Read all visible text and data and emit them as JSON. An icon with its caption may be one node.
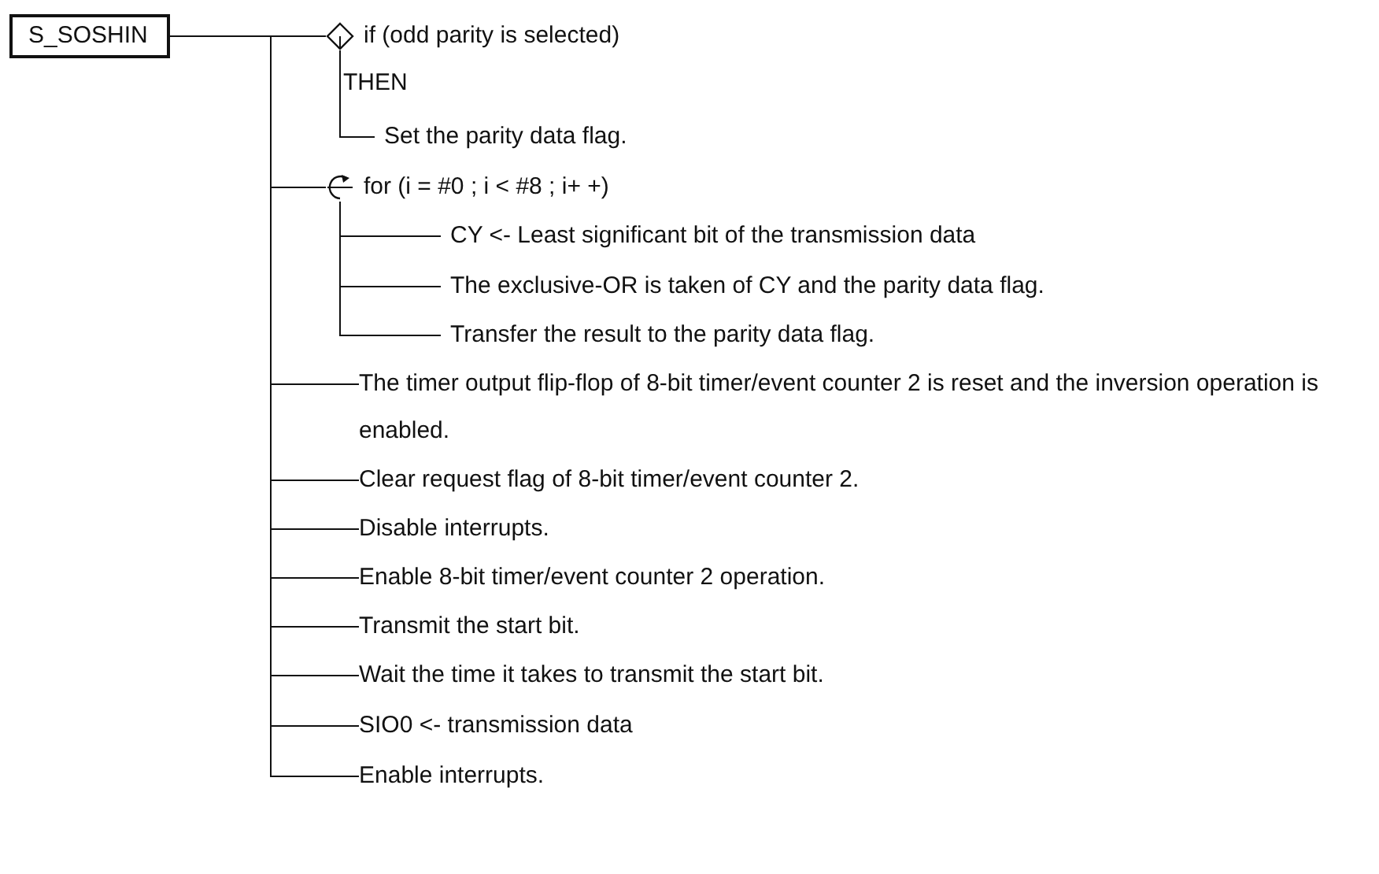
{
  "diagram": {
    "nodes": [
      {
        "text": [
          "S_SOSHIN"
        ]
      },
      {
        "text": [
          "if (odd parity is selected)"
        ]
      },
      {
        "text": [
          "Set the parity data flag."
        ]
      },
      {
        "text": [
          "for (i = #0 ; i < #8 ; i+ +)"
        ]
      },
      {
        "text": [
          "CY <- Least significant bit of the transmission data"
        ]
      },
      {
        "text": [
          "The exclusive-OR is taken of CY and the parity data flag."
        ]
      },
      {
        "text": [
          "Transfer the result to the parity data flag."
        ]
      },
      {
        "text": [
          "The timer output flip-flop of 8-bit timer/event counter 2 is reset and the inversion operation is enabled."
        ]
      },
      {
        "text": [
          "Clear request flag of 8-bit timer/event counter 2."
        ]
      },
      {
        "text": [
          "Disable interrupts."
        ]
      },
      {
        "text": [
          "Enable 8-bit timer/event counter 2 operation."
        ]
      },
      {
        "text": [
          "Transmit the start bit."
        ]
      },
      {
        "text": [
          "Wait the time it takes to transmit the start bit."
        ]
      },
      {
        "text": [
          "SIO0 <- transmission data"
        ]
      },
      {
        "text": [
          "Enable interrupts."
        ]
      }
    ],
    "edges": [
      {
        "from": 0,
        "to": 1,
        "arrow": "none"
      },
      {
        "from": 1,
        "to": 2,
        "arrow": "none"
      },
      {
        "from": 0,
        "to": 3,
        "arrow": "none"
      },
      {
        "from": 3,
        "to": 4,
        "arrow": "none"
      },
      {
        "from": 3,
        "to": 5,
        "arrow": "none"
      },
      {
        "from": 3,
        "to": 6,
        "arrow": "none"
      },
      {
        "from": 0,
        "to": 7,
        "arrow": "none"
      },
      {
        "from": 0,
        "to": 8,
        "arrow": "none"
      },
      {
        "from": 0,
        "to": 9,
        "arrow": "none"
      },
      {
        "from": 0,
        "to": 10,
        "arrow": "none"
      },
      {
        "from": 0,
        "to": 11,
        "arrow": "none"
      },
      {
        "from": 0,
        "to": 12,
        "arrow": "none"
      },
      {
        "from": 0,
        "to": 13,
        "arrow": "none"
      },
      {
        "from": 0,
        "to": 14,
        "arrow": "none"
      }
    ],
    "labels": [
      "THEN"
    ]
  }
}
